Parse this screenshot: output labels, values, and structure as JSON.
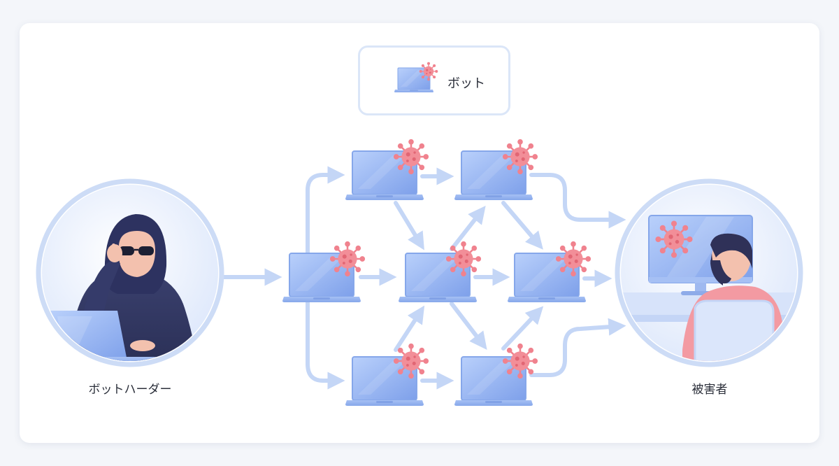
{
  "legend": {
    "bot_label": "ボット"
  },
  "nodes": {
    "attacker_label": "ボットハーダー",
    "victim_label": "被害者"
  },
  "colors": {
    "arrow": "#c4d6f6",
    "laptop_light": "#a9c4f8",
    "laptop_dark": "#7fa2ea",
    "virus": "#f0828e",
    "hood": "#343a66"
  },
  "icons": [
    "laptop-icon",
    "virus-icon",
    "hacker-avatar",
    "victim-avatar"
  ]
}
